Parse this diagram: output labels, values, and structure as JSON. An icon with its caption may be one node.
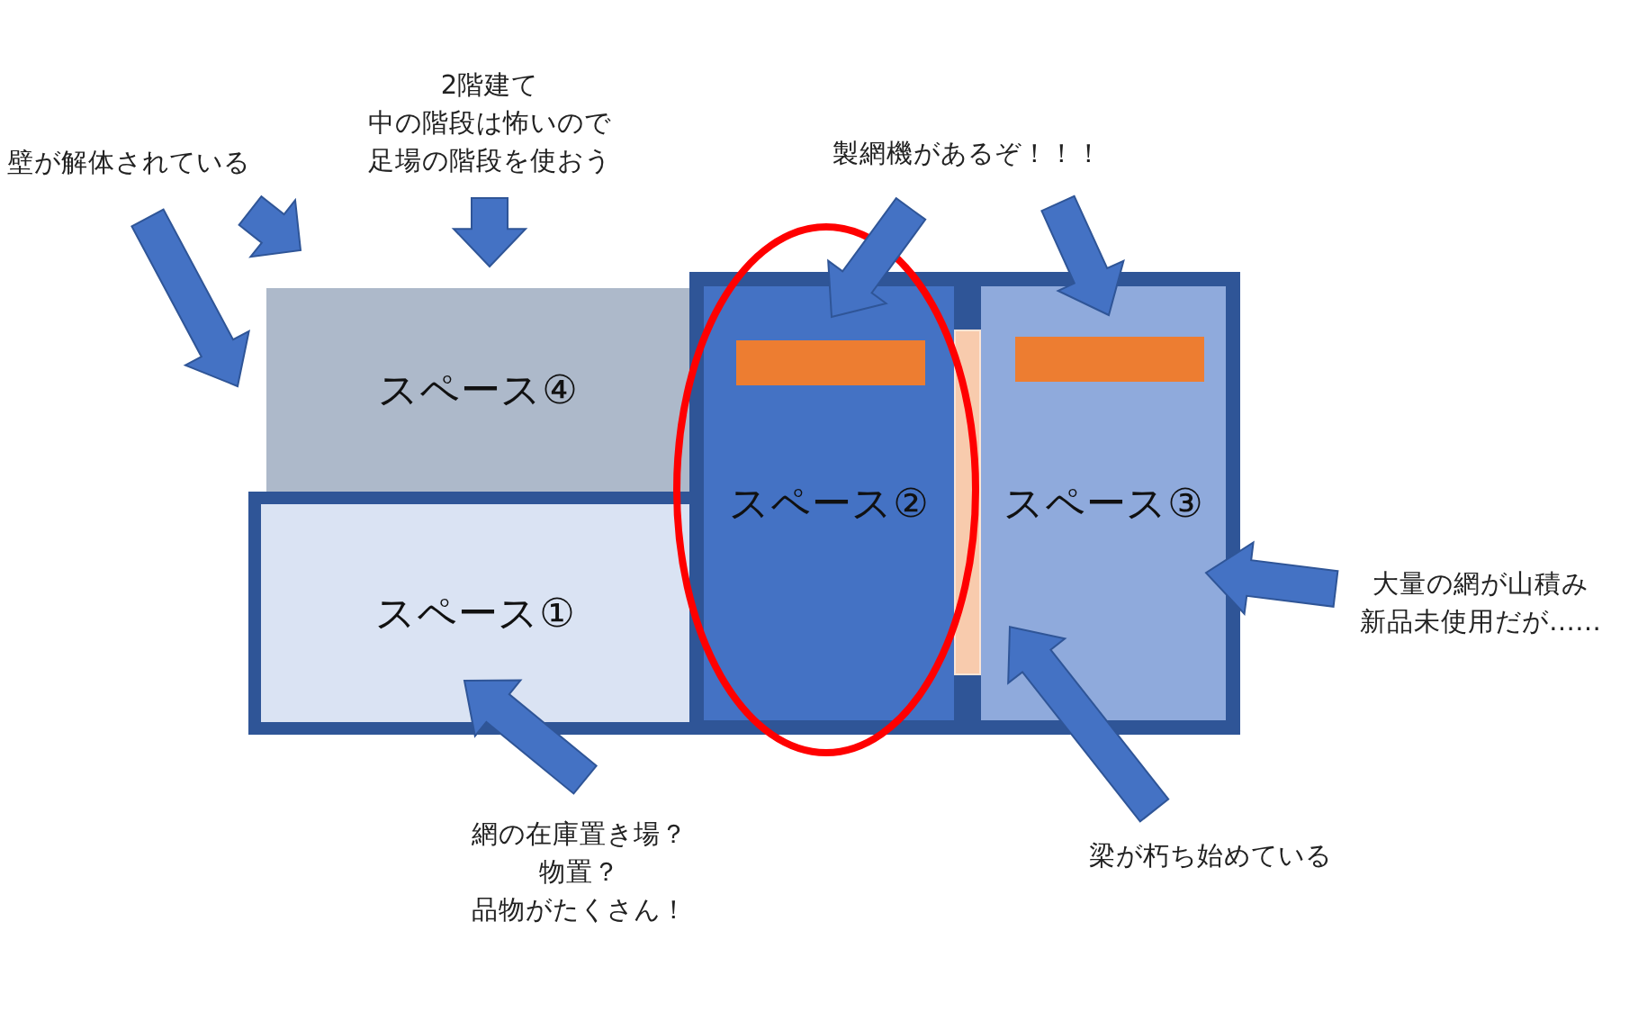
{
  "diagram": {
    "nodes": [
      {
        "text": [
          "スペース①"
        ]
      },
      {
        "text": [
          "スペース④"
        ]
      },
      {
        "text": [
          "スペース②"
        ]
      },
      {
        "text": [],
        "shape": "box",
        "in": 2
      },
      {
        "text": [
          "スペース③"
        ]
      },
      {
        "text": [],
        "shape": "box",
        "in": 4
      },
      {
        "text": [
          "壁が解体されている"
        ]
      },
      {
        "text": [
          "2階建て中の階段は怖いので足場の階段を使おう"
        ]
      },
      {
        "text": [
          "製網機があるぞ！！！"
        ]
      },
      {
        "text": [
          "大量の網が山積み新品未使用だが……"
        ]
      },
      {
        "text": [
          "網の在庫置き場？物置？品物がたくさん！"
        ]
      },
      {
        "text": [
          "梁が朽ち始めている"
        ]
      },
      {
        "text": [],
        "shape": "bar"
      }
    ],
    "edges": [
      {
        "from": 6,
        "to": 1,
        "arrow": "to"
      },
      {
        "from": 6,
        "to": 1,
        "arrow": "to"
      },
      {
        "from": 7,
        "to": 1,
        "arrow": "to"
      },
      {
        "from": 8,
        "to": 2,
        "arrow": "to"
      },
      {
        "from": 8,
        "to": 4,
        "arrow": "to"
      },
      {
        "from": 9,
        "to": 4,
        "arrow": "to"
      },
      {
        "from": 10,
        "to": 0,
        "arrow": "to"
      },
      {
        "from": 11,
        "to": 12,
        "arrow": "to"
      }
    ]
  }
}
